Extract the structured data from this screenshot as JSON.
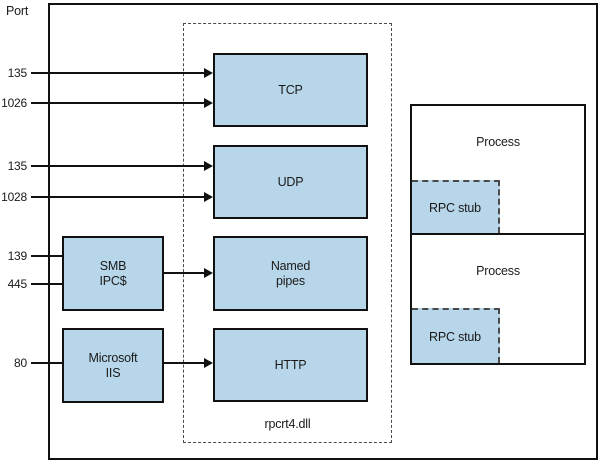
{
  "axis_label": "Port",
  "ports": [
    {
      "number": "135",
      "connects_to": "TCP"
    },
    {
      "number": "1026",
      "connects_to": "TCP"
    },
    {
      "number": "135",
      "connects_to": "UDP"
    },
    {
      "number": "1028",
      "connects_to": "UDP"
    },
    {
      "number": "139",
      "connects_to": "SMB IPC$"
    },
    {
      "number": "445",
      "connects_to": "SMB IPC$"
    },
    {
      "number": "80",
      "connects_to": "Microsoft IIS"
    }
  ],
  "protocols": {
    "tcp": "TCP",
    "udp": "UDP",
    "named_pipes_line1": "Named",
    "named_pipes_line2": "pipes",
    "http": "HTTP"
  },
  "services": {
    "smb_line1": "SMB",
    "smb_line2": "IPC$",
    "iis_line1": "Microsoft",
    "iis_line2": "IIS"
  },
  "library": "rpcrt4.dll",
  "processes": [
    {
      "label": "Process",
      "stub": "RPC stub"
    },
    {
      "label": "Process",
      "stub": "RPC stub"
    }
  ],
  "colors": {
    "box-fill": "#b7d6e9",
    "line": "#111111",
    "dash": "#4a4a4a"
  }
}
